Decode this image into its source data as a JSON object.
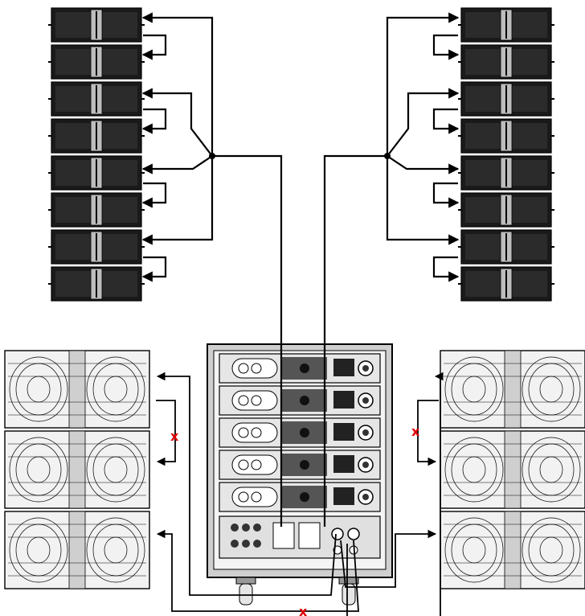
{
  "marks": {
    "x1": "x",
    "x2": "x",
    "x3": "x"
  },
  "colors": {
    "cable": "#000000",
    "mark": "#e00000"
  }
}
